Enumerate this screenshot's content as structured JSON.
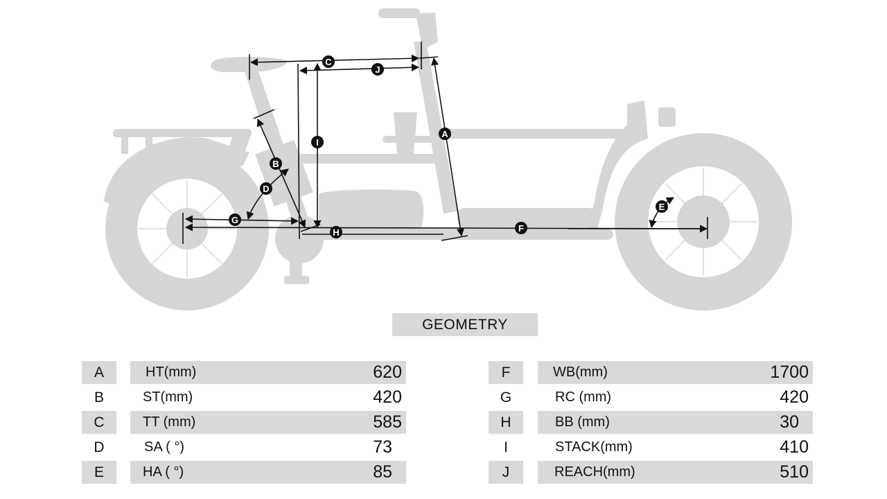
{
  "title": "GEOMETRY",
  "diagram": {
    "subject": "cargo-e-bike-side-silhouette",
    "markers": [
      "A",
      "B",
      "C",
      "D",
      "E",
      "F",
      "G",
      "H",
      "I",
      "J"
    ],
    "silhouette_color": "#d6d6d6",
    "line_color": "#111111"
  },
  "table_left": {
    "rows": [
      {
        "letter": "A",
        "name": "HT(mm)",
        "value": "620",
        "shaded": true
      },
      {
        "letter": "B",
        "name": "ST(mm)",
        "value": "420",
        "shaded": false
      },
      {
        "letter": "C",
        "name": "TT (mm)",
        "value": "585",
        "shaded": true
      },
      {
        "letter": "D",
        "name": "SA ( °)",
        "value": "73",
        "shaded": false
      },
      {
        "letter": "E",
        "name": "HA ( °)",
        "value": "85",
        "shaded": true
      }
    ]
  },
  "table_right": {
    "rows": [
      {
        "letter": "F",
        "name": "WB(mm)",
        "value": "1700",
        "shaded": true
      },
      {
        "letter": "G",
        "name": "RC (mm)",
        "value": "420",
        "shaded": false
      },
      {
        "letter": "H",
        "name": "BB (mm)",
        "value": "30",
        "shaded": true
      },
      {
        "letter": "I",
        "name": "STACK(mm)",
        "value": "410",
        "shaded": false
      },
      {
        "letter": "J",
        "name": "REACH(mm)",
        "value": "510",
        "shaded": true
      }
    ]
  },
  "colors": {
    "shade": "#d9d9d9",
    "silhouette": "#d6d6d6",
    "text": "#111111"
  }
}
